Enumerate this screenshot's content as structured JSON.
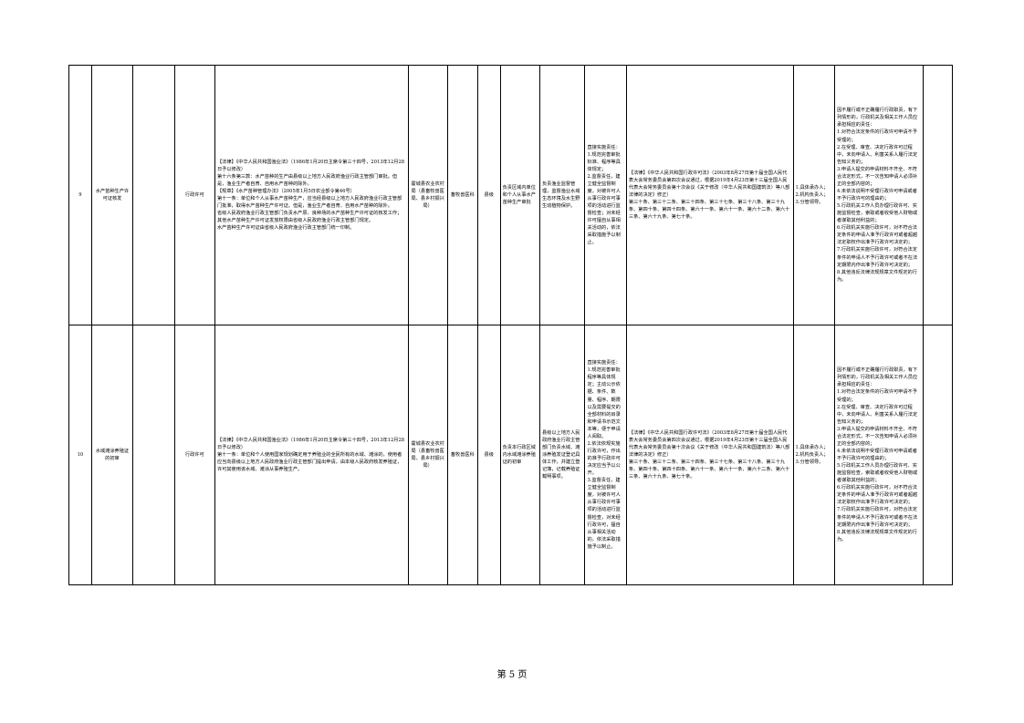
{
  "rows": [
    {
      "no": "9",
      "name": "水产苗种生产许可证核发",
      "sub_item": "",
      "type": "行政许可",
      "basis": [
        "【法律】《中华人民共和国渔业法》（1986年1月20日主席令第三十四号，2013年12月28日予以修改）",
        "第十六条第三款：水产苗种的生产由县级以上地方人民政府渔业行政主管部门审批。但是，渔业生产者自育、自用水产苗种的除外。",
        "【规章】《水产苗种管理办法》（2005年1月5日农业部令第46号）",
        "第十一条：单位和个人从事水产苗种生产，应当经县级以上地方人民政府渔业行政主管部门批准，取得水产苗种生产许可证。但是，渔业生产者自育、自用水产苗种的除外。",
        "省级人民政府渔业行政主管部门负责水产原、良种场的水产苗种生产许可证的核发工作；其他水产苗种生产许可证发放权限由省级人民政府渔业行政主管部门规定。",
        "水产苗种生产许可证由省级人民政府渔业行政主管部门统一印制。"
      ],
      "dept": "霍城县农业农村局（县畜牧兽医局、县乡村振兴局）",
      "office": "畜牧兽医科",
      "level": "县级",
      "content": "负责区域内单位和个人从事水产苗种生产审批",
      "supervision": "负责渔业监督管理，监督渔业水域生态环境及水生野生动植物保护。",
      "responsibility": "直接实施责任：\n1.规范完善审批标准、程序等具体规定；\n2.监督责任，建立健全监督制度，对被许可人从事行政许可事项的活动进行监督检查；对未经许可擅自从事相关活动的，依法采取措施予以制止。",
      "resp_basis": "【法律】《中华人民共和国行政许可法》（2003年8月27日第十届全国人民代表大会常务委员会第四次会议通过，根据2019年4月23日第十三届全国人民代表大会常务委员会第十次会议《关于修改〈中华人民共和国建筑法〉等八部法律的决定》修正）\n第三十条、第三十二条、第三十四条、第三十七条、第三十八条、第三十九条、第四十条、第四十四条、第六十一条、第六十一条、第六十二条、第六十三条、第六十九条、第七十条。",
      "leader": "1.具体承办人；\n2.机构负责人；\n3.分管领导。",
      "accountability": "因不履行或不正确履行行政职责，有下列情形的，行政机关及相关工作人员应承担相应的责任：\n1.对符合法定条件的行政许可申请不予受理的；\n2.在受理、审查、决定行政许可过程中，未向申请人、利害关系人履行法定告知义务的；\n3.申请人提交的申请材料不齐全、不符合法定形式，不一次告知申请人必须补正的全部内容的；\n4.未依法说明不受理行政许可申请或者不予行政许可的理由的；\n5.行政机关工作人员办理行政许可、实施监督检查，索取或者收受他人财物或者谋取其他利益的；\n6.行政机关实施行政许可，对不符合法定条件的申请人准予行政许可或者超越法定职权作出准予行政许可决定的；\n7.行政机关实施行政许可，对符合法定条件的申请人不予行政许可或者不在法定期限内作出准予行政许可决定的；\n8.其他违反法律法规规章文件规定的行为。",
      "remark": ""
    },
    {
      "no": "10",
      "name": "水域滩涂养殖证的初审",
      "sub_item": "",
      "type": "行政许可",
      "basis": [
        "【法律】《中华人民共和国渔业法》（1986年1月20日主席令第三十四号，2013年12月28日予以修改）",
        "第十一条：单位和个人使用国家规划确定用于养殖业的全民所有的水域、滩涂的，使用者应当向县级以上地方人民政府渔业行政主管部门提出申请，由本级人民政府核发养殖证，许可其使用该水域、滩涂从事养殖生产。"
      ],
      "dept": "霍城县农业农村局（县畜牧兽医局、县乡村振兴局）",
      "office": "畜牧兽医科",
      "level": "县级",
      "content": "负责本行政区域内水域滩涂养殖证的初审",
      "supervision": "县级以上地方人民政府渔业行政主管部门负责水域、滩涂养殖发证登记具体工作，并建立登记簿，记载养殖证载明事项。",
      "responsibility": "直接实施责任：\n1.规范完善审批程序等具体规定；主动公示依据、条件、数量、程序、期限以及需要提交的全部材料的目录和申请书示范文本等，便于申请人阅取。\n2.依法依规实施行政许可，作出的准予行政许可决定应当予以公开。\n3.监督责任，建立健全监督制度，对被许可人从事行政许可事项的活动进行监督检查，对未经行政许可，擅自从事相关活动的，依法采取措施予以制止。",
      "resp_basis": "【法律】《中华人民共和国行政许可法》（2003年8月27日第十届全国人民代表大会常务委员会第四次会议通过，根据2019年4月23日第十三届全国人民代表大会常务委员会第十次会议《关于修改〈中华人民共和国建筑法〉等八部法律的决定》修正）\n第三十条、第三十二条、第三十四条、第三十七条、第三十八条、第三十九条、第四十条、第四十四条、第六十一条、第六十一条、第六十二条、第六十三条、第六十九条、第七十条。",
      "leader": "1.具体承办人；\n2.机构负责人；\n3.分管领导。",
      "accountability": "因不履行或不正确履行行政职责，有下列情形的，行政机关及相关工作人员应承担相应的责任：\n1.对符合法定条件的行政许可申请不予受理的；\n2.在受理、审查、决定行政许可过程中，未向申请人、利害关系人履行法定告知义务的；\n3.申请人提交的申请材料不齐全、不符合法定形式，不一次告知申请人必须补正的全部内容的；\n4.未依法说明不受理行政许可申请或者不予行政许可的理由的；\n5.行政机关工作人员办理行政许可、实施监督检查，索取或者收受他人财物或者谋取其他利益的；\n6.行政机关实施行政许可，对不符合法定条件的申请人准予行政许可或者超越法定职权作出准予行政许可决定的；\n7.行政机关实施行政许可，对符合法定条件的申请人不予行政许可或者不在法定期限内作出准予行政许可决定的；\n8.其他违反法律法规规章文件规定的行为。",
      "remark": ""
    }
  ],
  "footer": {
    "page": "第 5 页"
  }
}
